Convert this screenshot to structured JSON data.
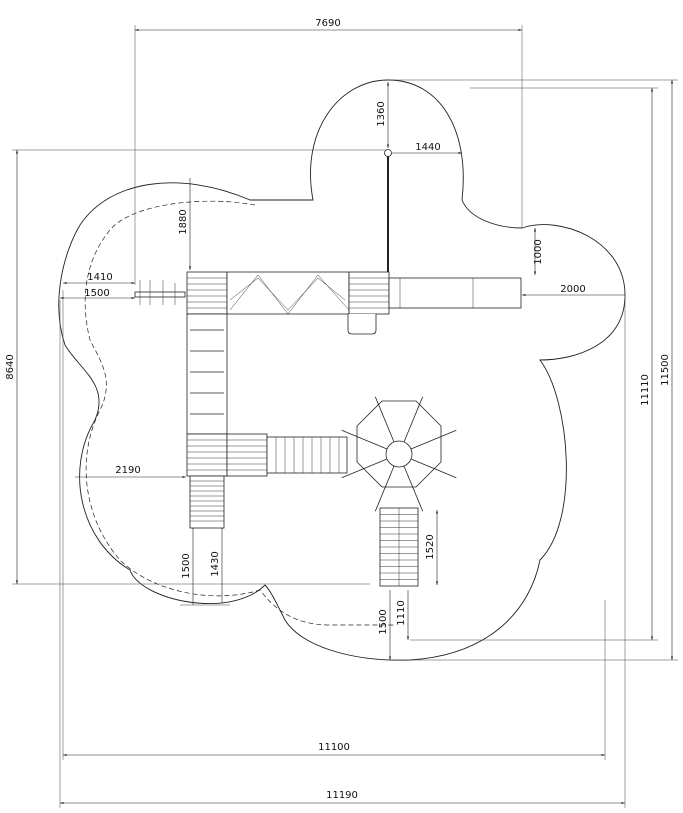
{
  "drawing": {
    "dimensions": {
      "top_width": "7690",
      "left_height": "8640",
      "right_outer_height": "11500",
      "right_inner_height": "11110",
      "top_lobe_height": "1360",
      "top_lobe_offset": "1440",
      "right_lobe_height": "1000",
      "right_slide_clearance": "2000",
      "left_top_clearance": "1880",
      "left_clearance_a": "1410",
      "left_clearance_b": "1500",
      "left_mid_clearance": "2190",
      "stair_clearance_a": "1500",
      "stair_clearance_b": "1430",
      "ladder_length": "1520",
      "bottom_clearance_a": "1500",
      "bottom_clearance_b": "1110",
      "bottom_inner_width": "11100",
      "bottom_outer_width": "11190"
    }
  }
}
